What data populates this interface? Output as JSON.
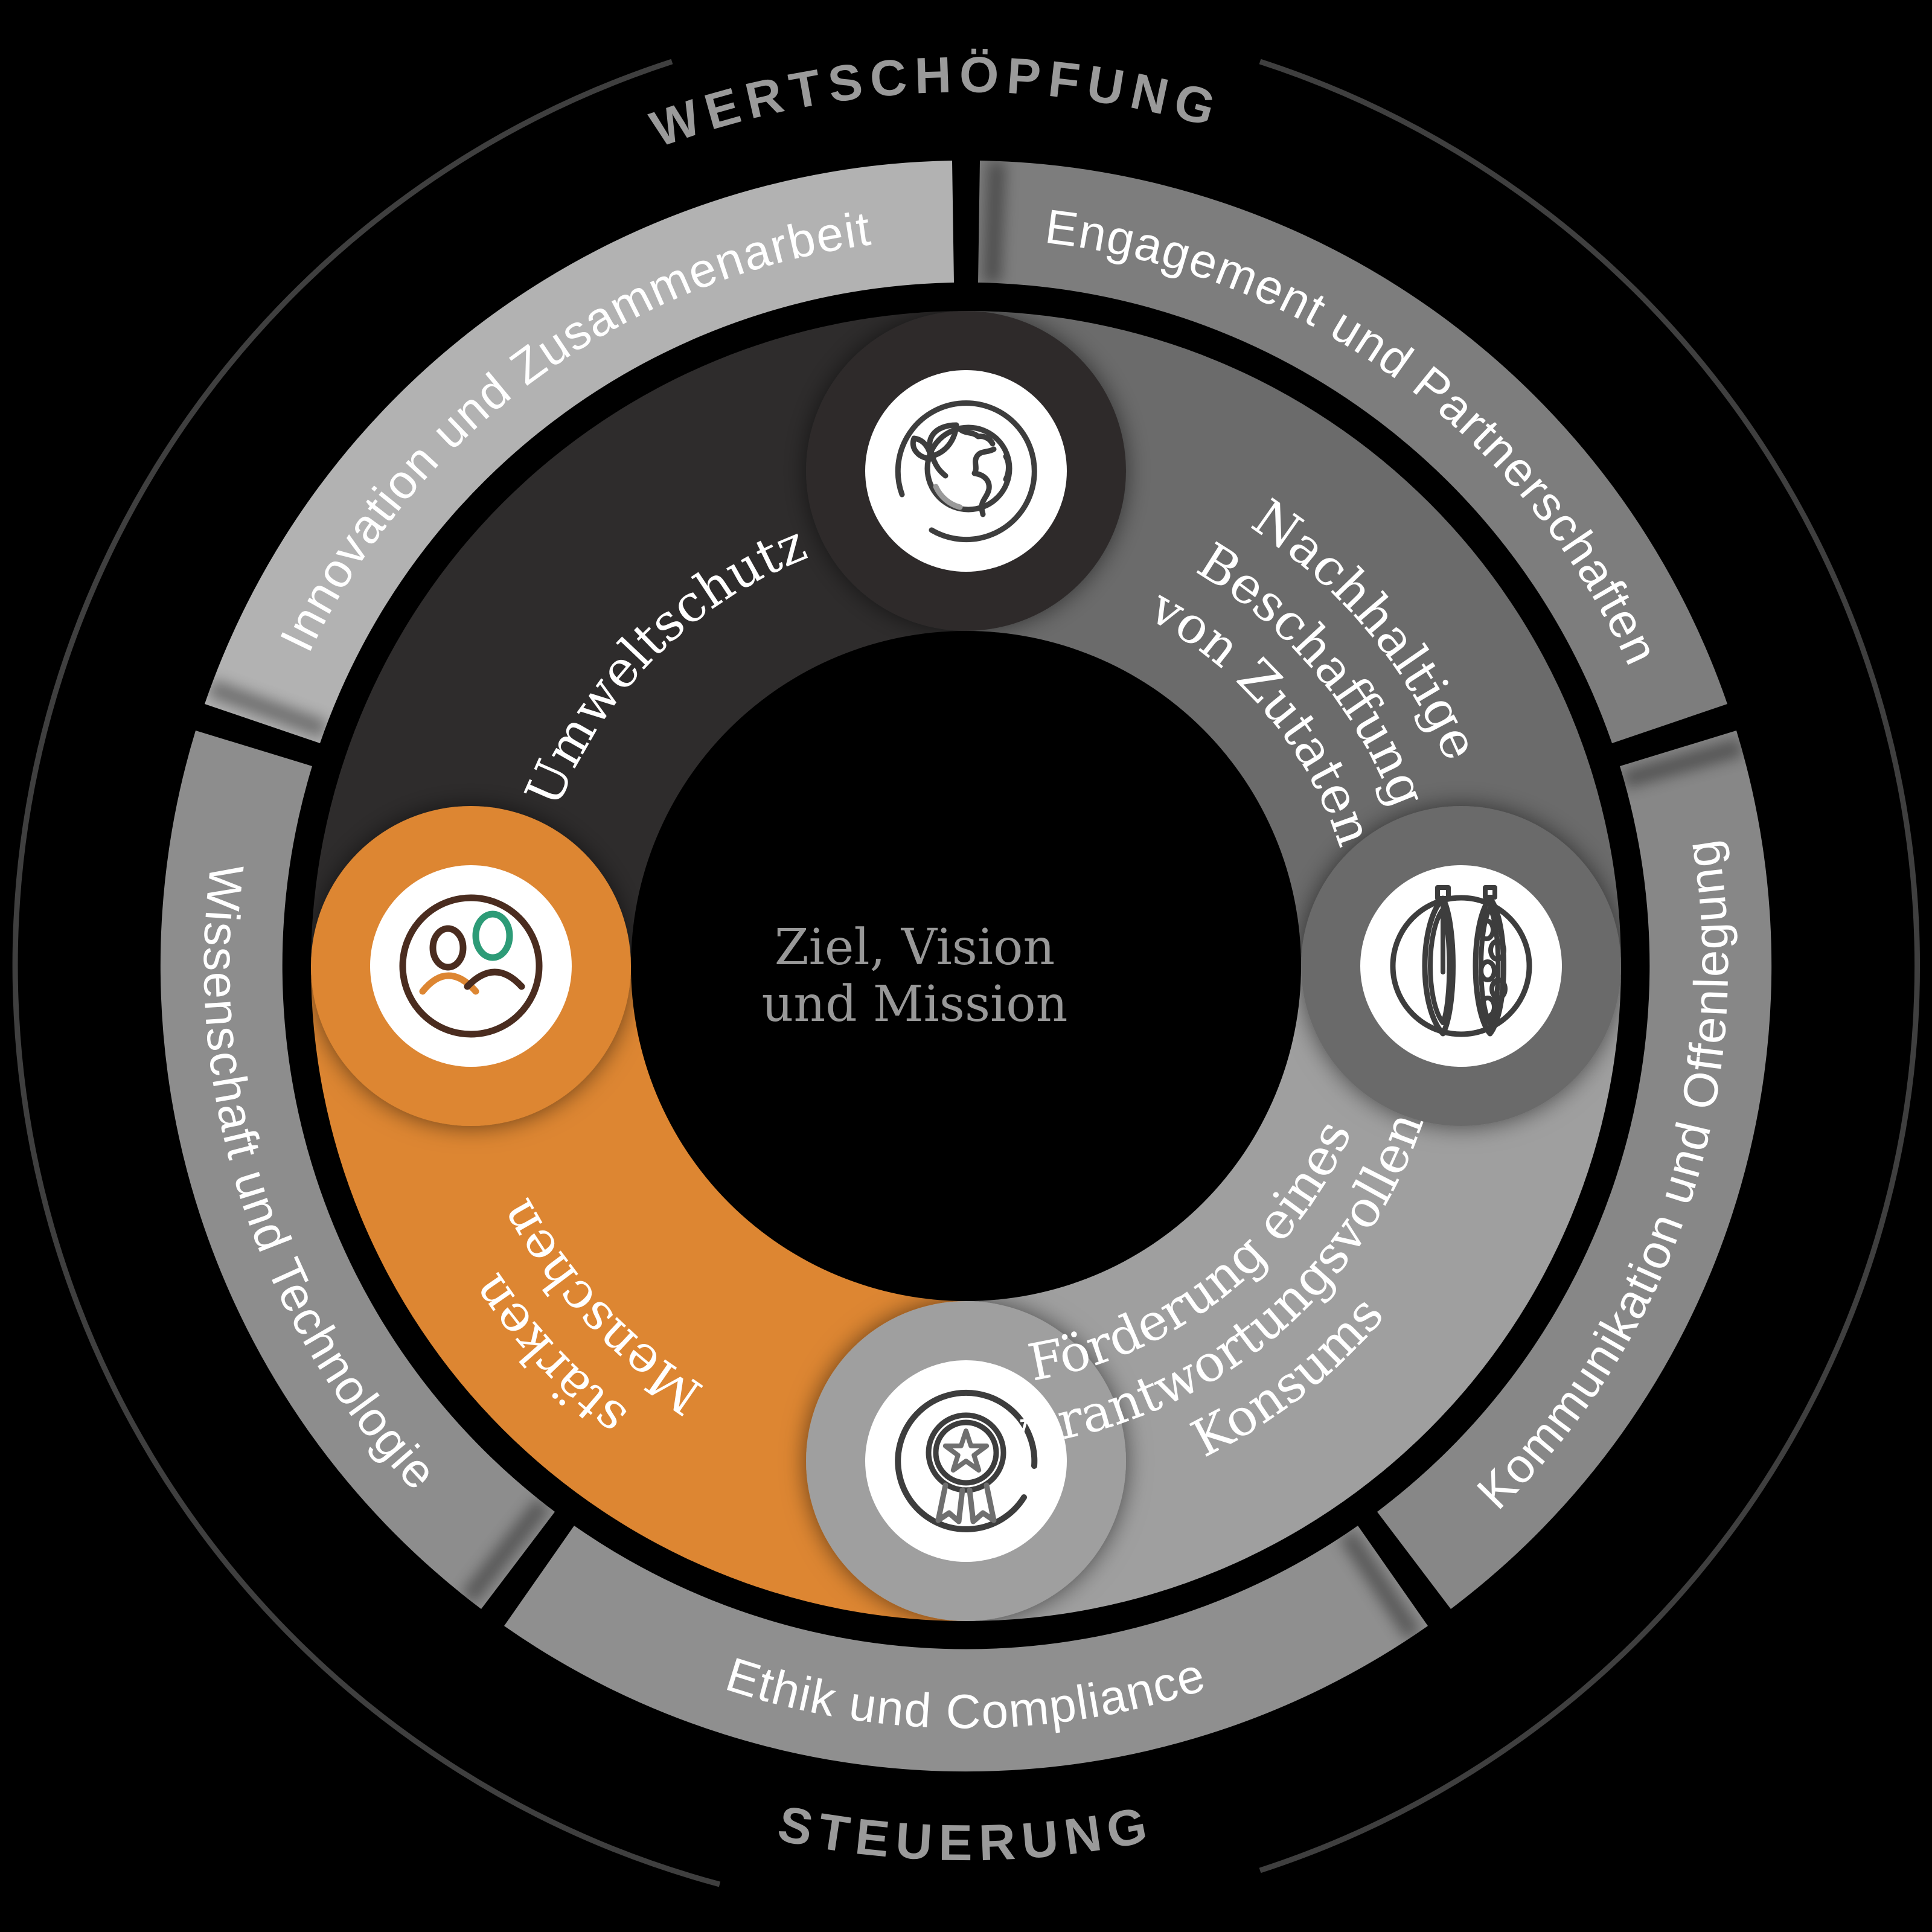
{
  "center": {
    "line1": "Ziel, Vision",
    "line2": "und Mission"
  },
  "captions": {
    "top": "WERTSCHÖPFUNG",
    "bottom": "STEUERUNG"
  },
  "outer_ring": {
    "segments": [
      {
        "label": "Engagement und Partnerschaften",
        "color": "#7d7d7d"
      },
      {
        "label": "Kommunikation und Offenlegung",
        "color": "#878787"
      },
      {
        "label": "Ethik und Compliance",
        "color": "#8f8f8f"
      },
      {
        "label": "Wissenschaft und Technologie",
        "color": "#8d8d8d"
      },
      {
        "label": "Innovation und Zusammenarbeit",
        "color": "#b2b2b2"
      }
    ]
  },
  "inner_ring": {
    "segments": [
      {
        "label_lines": [
          "Umweltschutz"
        ],
        "color": "#2e2c2c",
        "icon": "earth-leaf"
      },
      {
        "label_lines": [
          "Nachhaltige",
          "Beschaffung",
          "von Zutaten"
        ],
        "color": "#6b6b6b",
        "icon": "cacao-pod"
      },
      {
        "label_lines": [
          "Förderung eines",
          "verantwortungsvollen",
          "Konsums"
        ],
        "color": "#9f9f9f",
        "icon": "award-medal"
      },
      {
        "label_lines": [
          "Menschen",
          "stärken"
        ],
        "color": "#dd8632",
        "icon": "people-faces"
      }
    ]
  },
  "colors": {
    "background": "#000000",
    "frame_circle": "#3f3f3f",
    "caption_text": "#9a9a9a",
    "center_text": "#989898",
    "icon_line": "#3d3d3d",
    "icon_soft": "#6f6f6f",
    "icon_light": "#9a9a9a",
    "icon_brown": "#4a2c1f",
    "icon_green": "#2d9b77",
    "icon_orange": "#dd8632",
    "icon_bg": "#ffffff"
  }
}
